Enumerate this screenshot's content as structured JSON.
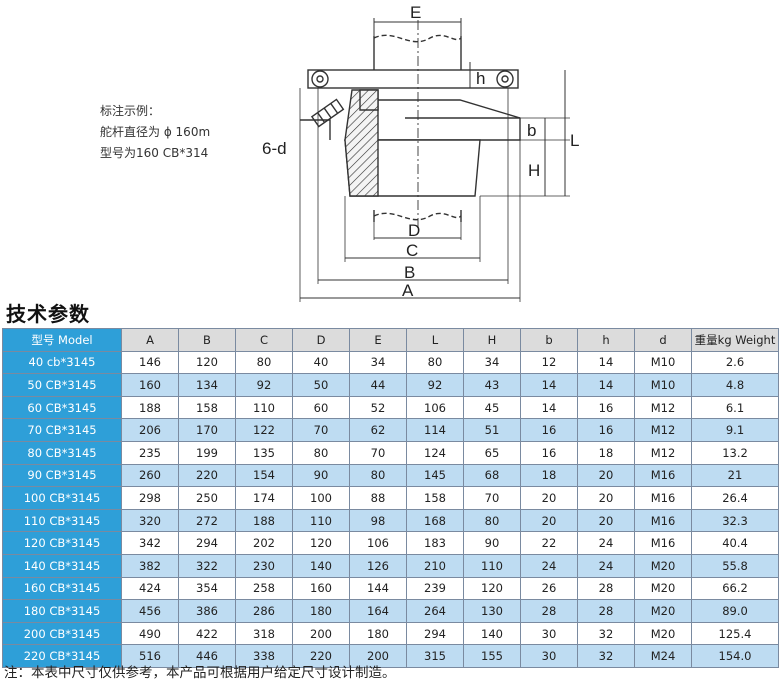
{
  "drawing": {
    "labels": {
      "E": "E",
      "h": "h",
      "b": "b",
      "L": "L",
      "H": "H",
      "D": "D",
      "C": "C",
      "B": "B",
      "A": "A",
      "d": "6-d"
    }
  },
  "example": {
    "heading": "标注示例：",
    "line1": "舵杆直径为 ϕ 160m",
    "line2": "型号为160 CB*314"
  },
  "section_title": "技术参数",
  "table": {
    "headers": [
      "型号 Model",
      "A",
      "B",
      "C",
      "D",
      "E",
      "L",
      "H",
      "b",
      "h",
      "d",
      "重量kg Weight"
    ],
    "rows": [
      [
        "40 cb*3145",
        "146",
        "120",
        "80",
        "40",
        "34",
        "80",
        "34",
        "12",
        "14",
        "M10",
        "2.6"
      ],
      [
        "50 CB*3145",
        "160",
        "134",
        "92",
        "50",
        "44",
        "92",
        "43",
        "14",
        "14",
        "M10",
        "4.8"
      ],
      [
        "60 CB*3145",
        "188",
        "158",
        "110",
        "60",
        "52",
        "106",
        "45",
        "14",
        "16",
        "M12",
        "6.1"
      ],
      [
        "70 CB*3145",
        "206",
        "170",
        "122",
        "70",
        "62",
        "114",
        "51",
        "16",
        "16",
        "M12",
        "9.1"
      ],
      [
        "80 CB*3145",
        "235",
        "199",
        "135",
        "80",
        "70",
        "124",
        "65",
        "16",
        "18",
        "M12",
        "13.2"
      ],
      [
        "90 CB*3145",
        "260",
        "220",
        "154",
        "90",
        "80",
        "145",
        "68",
        "18",
        "20",
        "M16",
        "21"
      ],
      [
        "100 CB*3145",
        "298",
        "250",
        "174",
        "100",
        "88",
        "158",
        "70",
        "20",
        "20",
        "M16",
        "26.4"
      ],
      [
        "110 CB*3145",
        "320",
        "272",
        "188",
        "110",
        "98",
        "168",
        "80",
        "20",
        "20",
        "M16",
        "32.3"
      ],
      [
        "120 CB*3145",
        "342",
        "294",
        "202",
        "120",
        "106",
        "183",
        "90",
        "22",
        "24",
        "M16",
        "40.4"
      ],
      [
        "140 CB*3145",
        "382",
        "322",
        "230",
        "140",
        "126",
        "210",
        "110",
        "24",
        "24",
        "M20",
        "55.8"
      ],
      [
        "160 CB*3145",
        "424",
        "354",
        "258",
        "160",
        "144",
        "239",
        "120",
        "26",
        "28",
        "M20",
        "66.2"
      ],
      [
        "180 CB*3145",
        "456",
        "386",
        "286",
        "180",
        "164",
        "264",
        "130",
        "28",
        "28",
        "M20",
        "89.0"
      ],
      [
        "200 CB*3145",
        "490",
        "422",
        "318",
        "200",
        "180",
        "294",
        "140",
        "30",
        "32",
        "M20",
        "125.4"
      ],
      [
        "220 CB*3145",
        "516",
        "446",
        "338",
        "220",
        "200",
        "315",
        "155",
        "30",
        "32",
        "M24",
        "154.0"
      ]
    ]
  },
  "footnote": "注：本表中尺寸仅供参考，本产品可根据用户给定尺寸设计制造。",
  "colors": {
    "model_cell": "#2e9fd8",
    "row_alt": "#bedcf2",
    "header_bg": "#dcdcdc"
  }
}
